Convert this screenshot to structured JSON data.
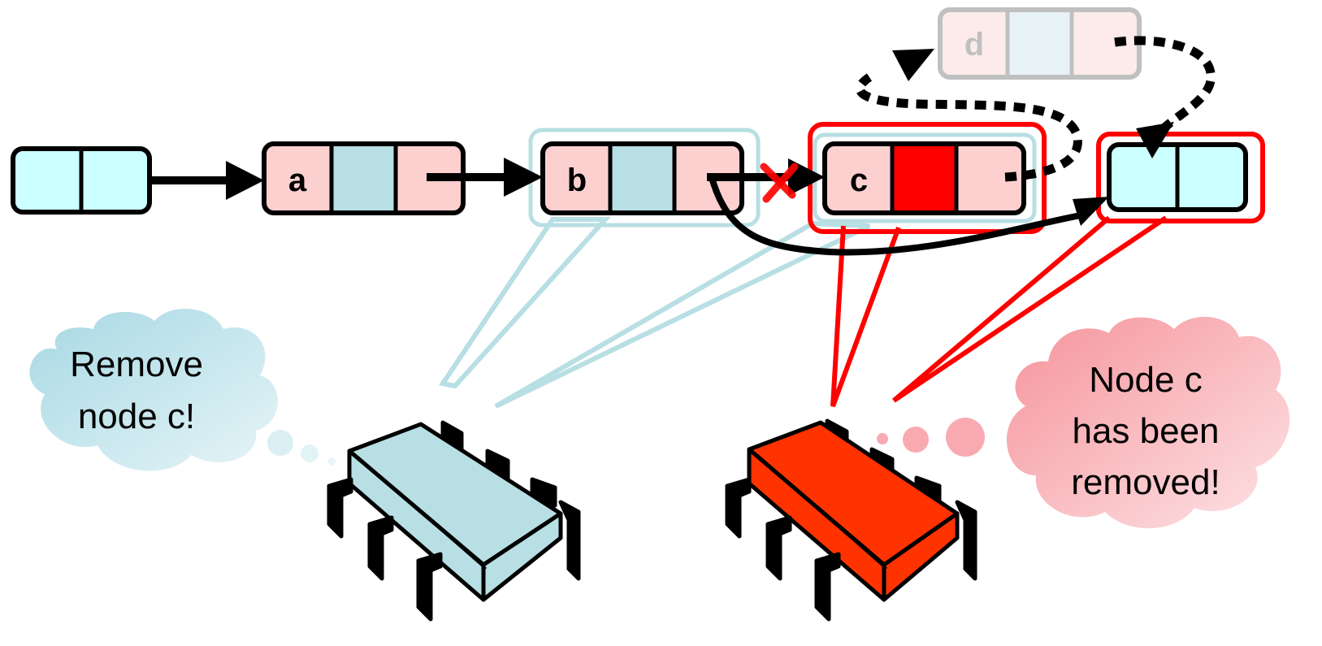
{
  "nodes": {
    "a": "a",
    "b": "b",
    "c": "c",
    "d": "d"
  },
  "clouds": {
    "left": [
      "Remove",
      "node c!"
    ],
    "right": [
      "Node c",
      "has been",
      "removed!"
    ]
  },
  "colors": {
    "node_pink": "#fdd0d0",
    "node_blue_dark": "#b8dfe3",
    "node_cyan": "#ccffff",
    "thread_blue": "#b8dfe3",
    "thread_red": "#ff3300",
    "highlight_red": "#ff0000",
    "cloud_blue": "#b0dde6",
    "cloud_pink": "#f7a3a8"
  }
}
